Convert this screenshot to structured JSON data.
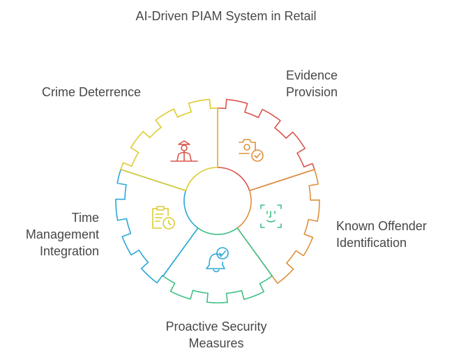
{
  "title": "AI-Driven PIAM System in Retail",
  "colors": {
    "crime": "#d9534a",
    "evidence": "#de8f3a",
    "offender": "#3fbf86",
    "security": "#2aa7d6",
    "time": "#dccb2e"
  },
  "segments": [
    {
      "key": "crime",
      "lines": [
        "Crime Deterrence"
      ],
      "icon": "security-guard-icon"
    },
    {
      "key": "evidence",
      "lines": [
        "Evidence",
        "Provision"
      ],
      "icon": "camera-check-icon"
    },
    {
      "key": "offender",
      "lines": [
        "Known Offender",
        "Identification"
      ],
      "icon": "face-scan-icon"
    },
    {
      "key": "security",
      "lines": [
        "Proactive Security",
        "Measures"
      ],
      "icon": "bell-check-icon"
    },
    {
      "key": "time",
      "lines": [
        "Time",
        "Management",
        "Integration"
      ],
      "icon": "clipboard-clock-icon"
    }
  ]
}
